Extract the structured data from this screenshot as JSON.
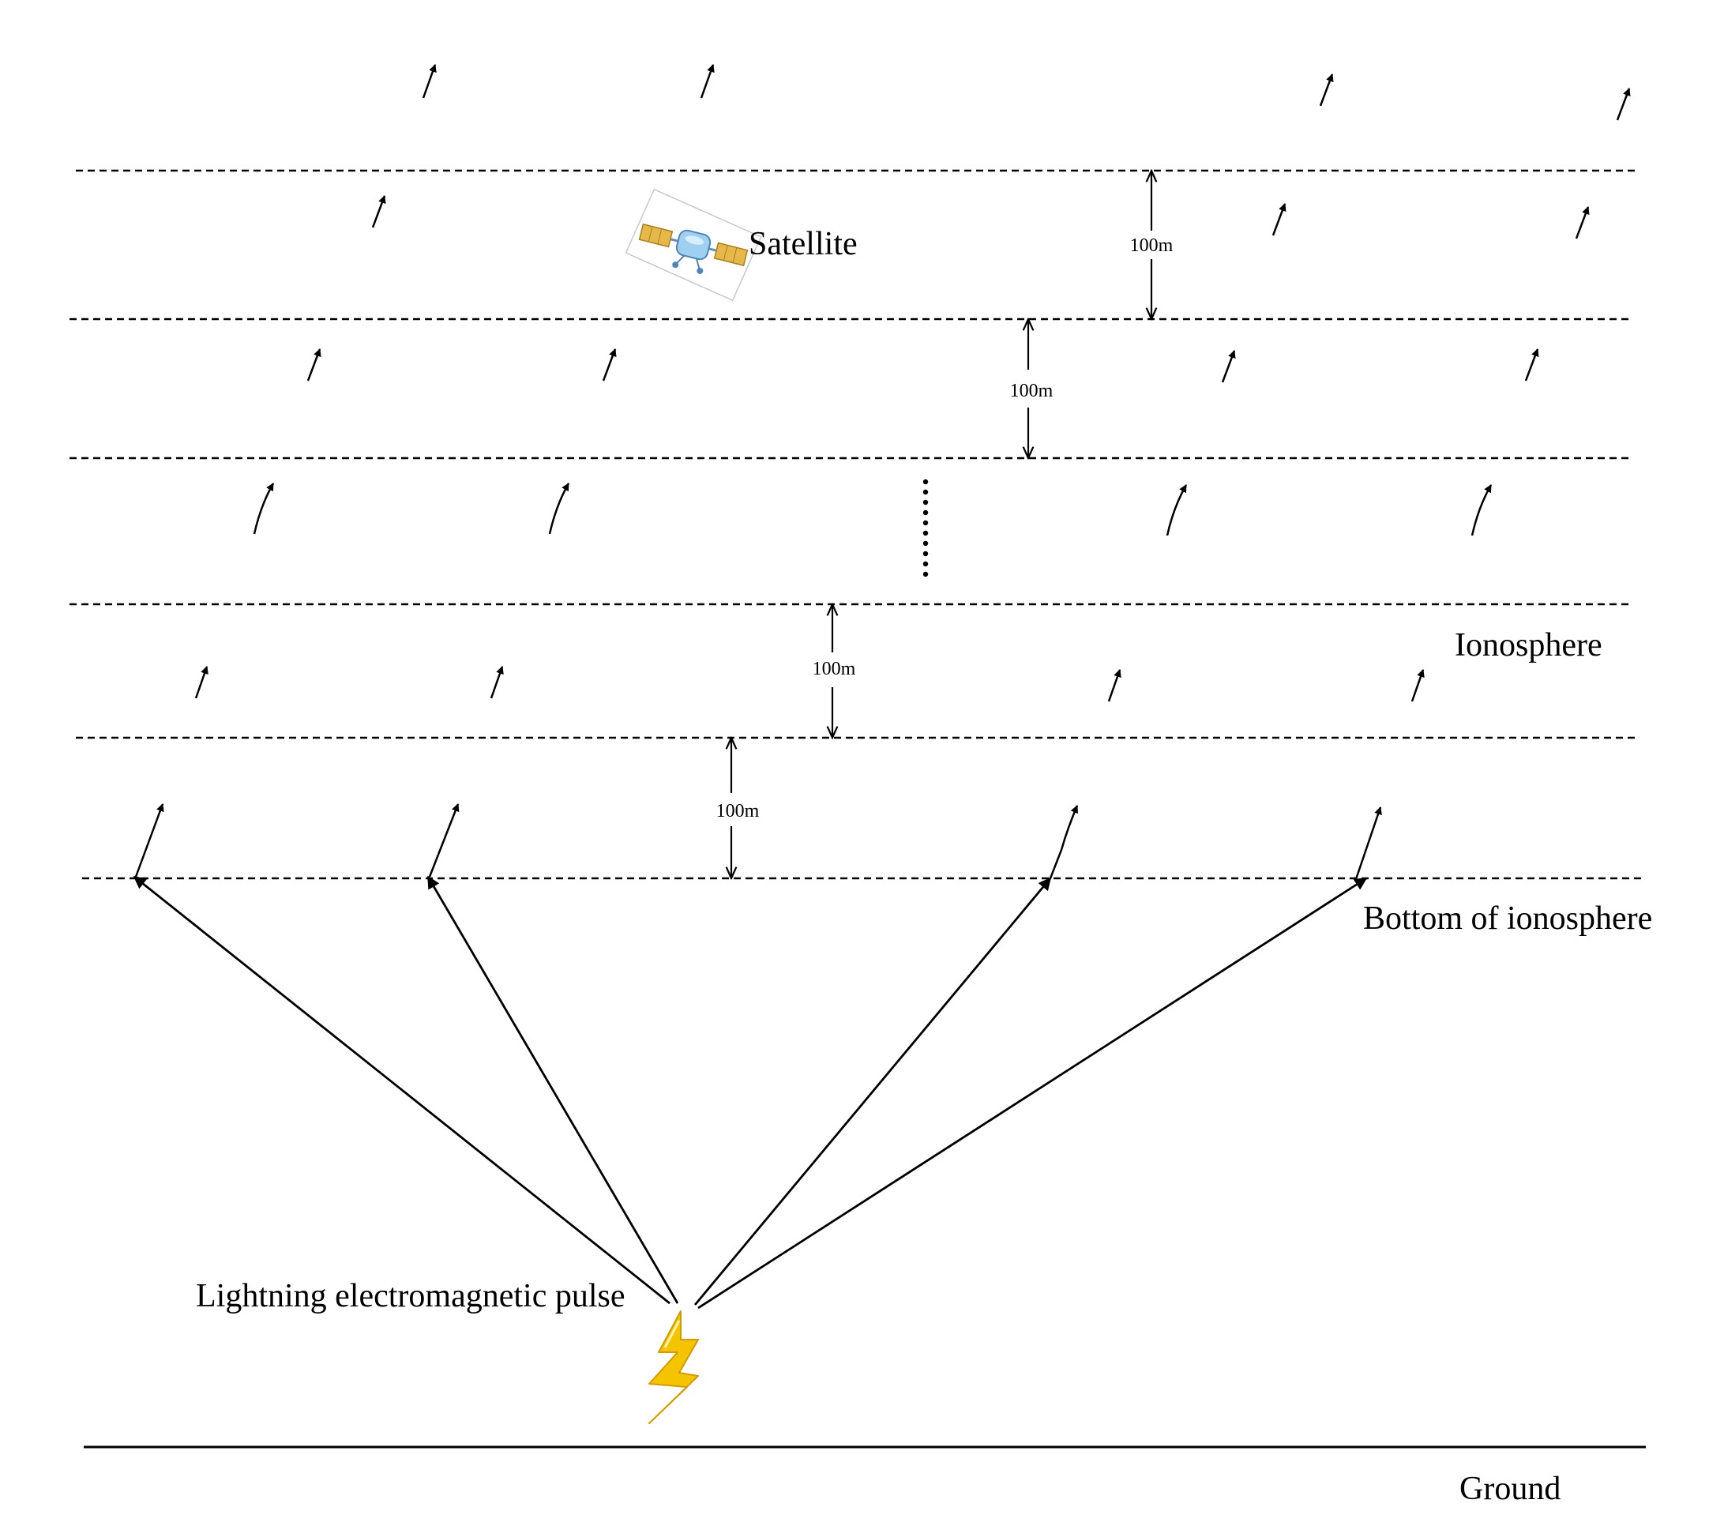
{
  "labels": {
    "satellite": "Satellite",
    "ionosphere": "Ionosphere",
    "bottom": "Bottom of ionosphere",
    "ground": "Ground",
    "pulse": "Lightning electromagnetic pulse"
  },
  "spacings": [
    "100m",
    "100m",
    "100m",
    "100m"
  ],
  "icons": {
    "satellite": "satellite-icon",
    "lightning": "lightning-bolt-icon"
  },
  "colors": {
    "ink": "#000000",
    "bolt": "#f5c400",
    "satellite_panel": "#e6b84a",
    "satellite_body": "#9fd0f2"
  }
}
